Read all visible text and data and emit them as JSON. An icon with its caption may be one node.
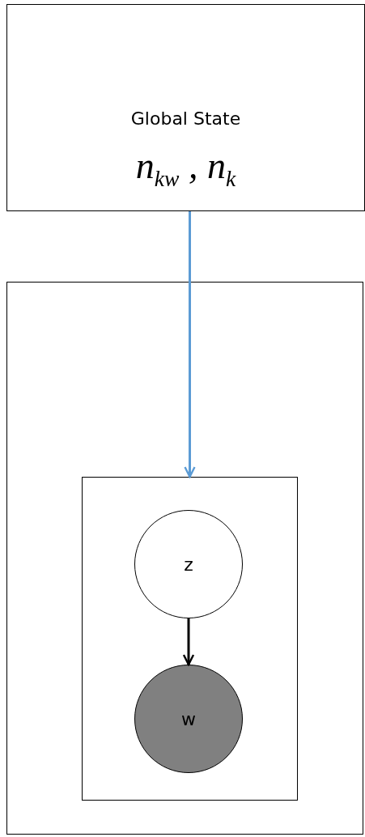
{
  "diagram": {
    "nodes": [
      {
        "text": [
          "Global State",
          "n$_{kw}$ , n$_{k}$"
        ]
      },
      {
        "text": [],
        "shape": "box"
      },
      {
        "text": [],
        "shape": "box",
        "in": 1
      },
      {
        "text": [
          "z"
        ],
        "in": 2
      },
      {
        "text": [
          "w"
        ],
        "in": 2
      }
    ],
    "edges": [
      {
        "from": 0,
        "to": 2,
        "arrow": "to",
        "color": "#5b9bd5"
      },
      {
        "from": 3,
        "to": 4,
        "arrow": "to",
        "color": "#000000"
      }
    ]
  }
}
